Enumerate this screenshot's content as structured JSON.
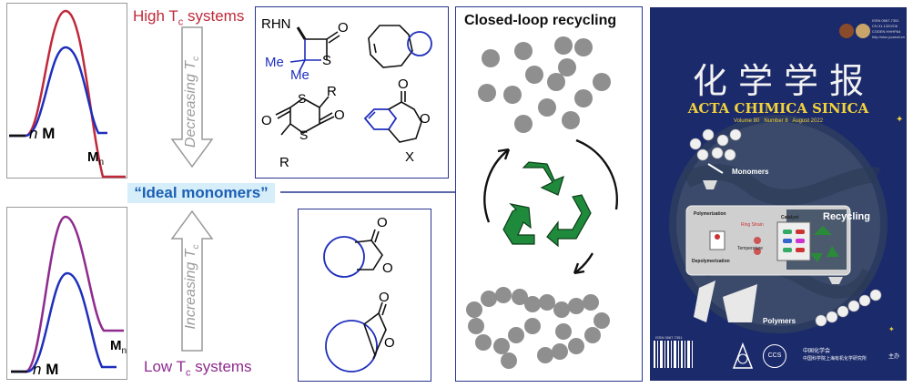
{
  "energy_panels": {
    "top": {
      "reactant": "n",
      "reactant_bold": "M",
      "product": "M",
      "product_sub": "n"
    },
    "bottom": {
      "reactant": "n",
      "reactant_bold": "M",
      "product": "M",
      "product_sub": "n"
    }
  },
  "labels": {
    "high_tc": "High T",
    "high_tc_sub": "c",
    "high_tc_tail": " systems",
    "low_tc": "Low T",
    "low_tc_sub": "c",
    "low_tc_tail": " systems",
    "decreasing": "Decreasing T",
    "decreasing_sub": "c",
    "increasing": "Increasing T",
    "increasing_sub": "c",
    "ideal_monomers": "“Ideal monomers”"
  },
  "structures_top": {
    "lactam_rhn": "RHN",
    "lactam_o": "O",
    "lactam_me1": "Me",
    "lactam_me2": "Me",
    "lactam_s": "S",
    "dithiane_r1": "R",
    "dithiane_r2": "R",
    "dithiane_o1": "O",
    "dithiane_o2": "O",
    "dithiane_s1": "S",
    "dithiane_s2": "S",
    "benzo_o1": "O",
    "benzo_o2": "O",
    "benzo_x": "X"
  },
  "structures_bottom": {
    "o1": "O",
    "o2": "O",
    "o3": "O",
    "o4": "O"
  },
  "recycling": {
    "title": "Closed-loop recycling"
  },
  "cover": {
    "title_cn": "化 学 学 报",
    "title_en": "ACTA CHIMICA SINICA",
    "issue": "Volume 80   Number 8   August 2022",
    "monomers": "Monomers",
    "polymerization": "Polymerization",
    "depolymerization": "Depolymerization",
    "ring_strain": "Ring Strain",
    "temperature": "Temperature",
    "catalyst": "Catalyst",
    "recycling": "Recycling",
    "polymers": "Polymers",
    "issn_top": "ISSN 0567-7351",
    "cn_code": "CN 31-1320/O6",
    "coden": "CODEN HHHPA4",
    "url": "http://sioc-journal.cn",
    "issn_bottom": "ISSN 0567-7351",
    "ccs": "CCS",
    "publisher1": "中国化学会",
    "publisher2": "中国科学院上海有机化学研究所",
    "zhuban": "主办"
  },
  "colors": {
    "high_curve": "#c0293a",
    "low_curve": "#8e2b8f",
    "blue_curve": "#1f2fbd",
    "frame_blue": "#2a3590",
    "ideal_bg": "#d6eefa",
    "ideal_text": "#1c5fb5",
    "recycle_green": "#1f8a3b",
    "cover_bg": "#1b2a6b"
  }
}
